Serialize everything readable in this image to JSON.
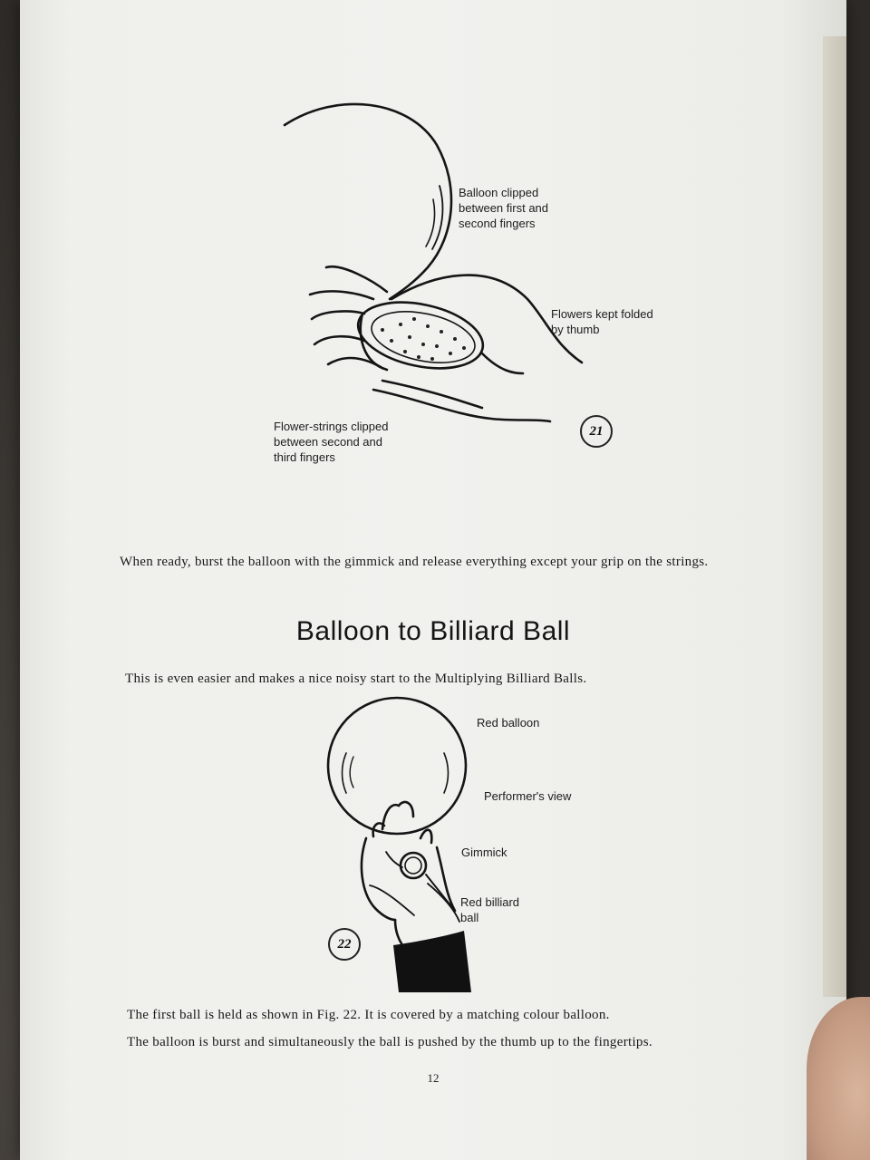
{
  "figure21": {
    "number": "21",
    "labels": {
      "balloon": "Balloon clipped\nbetween first and\nsecond fingers",
      "flowers": "Flowers kept folded\nby thumb",
      "strings": "Flower-strings clipped\nbetween second and\nthird fingers"
    }
  },
  "paragraph_ready": "When ready, burst the balloon with the gimmick and release everything except your grip on the strings.",
  "section": {
    "heading": "Balloon to Billiard Ball",
    "intro": "This is even easier and makes a nice noisy start to the Multiplying Billiard Balls."
  },
  "figure22": {
    "number": "22",
    "labels": {
      "red_balloon": "Red balloon",
      "view": "Performer's view",
      "gimmick": "Gimmick",
      "billiard": "Red billiard\nball"
    }
  },
  "paragraph_fig22_a": "The first ball is held as shown in Fig. 22.  It is covered by a matching colour balloon.",
  "paragraph_fig22_b": "The balloon is burst and simultaneously the ball is pushed by the thumb up to the fingertips.",
  "page_number": "12"
}
